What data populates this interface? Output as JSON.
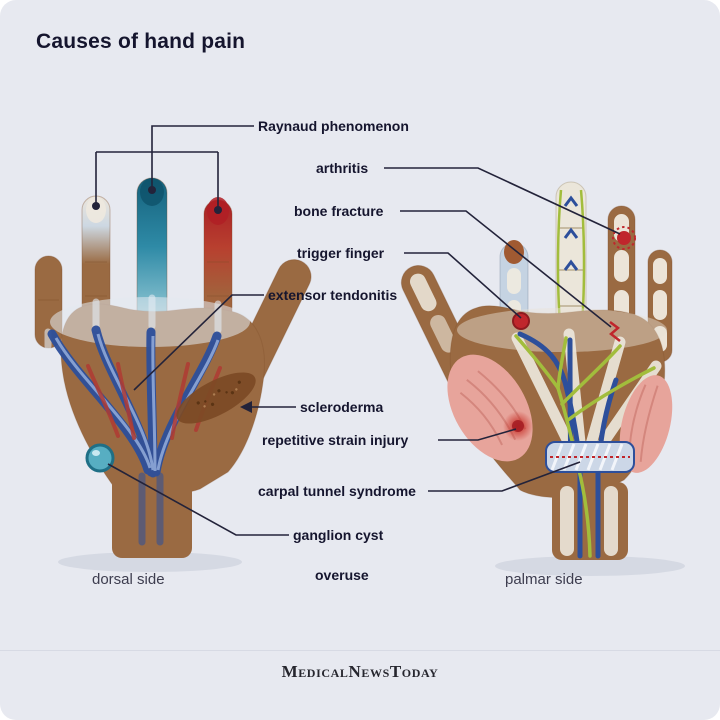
{
  "page": {
    "title": "Causes of hand pain",
    "background_color": "#e7e9f0",
    "text_color": "#15152e"
  },
  "labels": {
    "raynaud": "Raynaud phenomenon",
    "arthritis": "arthritis",
    "bone_fracture": "bone fracture",
    "trigger_finger": "trigger finger",
    "extensor_tendonitis": "extensor tendonitis",
    "scleroderma": "scleroderma",
    "repetitive_strain_injury": "repetitive strain injury",
    "carpal_tunnel_syndrome": "carpal tunnel syndrome",
    "ganglion_cyst": "ganglion cyst",
    "overuse": "overuse"
  },
  "hands": {
    "left_caption": "dorsal side",
    "right_caption": "palmar side"
  },
  "footer": {
    "brand": "MedicalNewsToday"
  },
  "colors": {
    "leader_line": "#23233a",
    "skin": "#9a6a42",
    "raynaud_blue": "#2e8aa6",
    "inflammation_red": "#c0262c",
    "tendon_blue": "#2d4f9b",
    "nerve_green": "#a2bd3c",
    "muscle_pink": "#e7a49b",
    "bone_white": "#ece7dc",
    "cyst_teal": "#57aec2"
  }
}
